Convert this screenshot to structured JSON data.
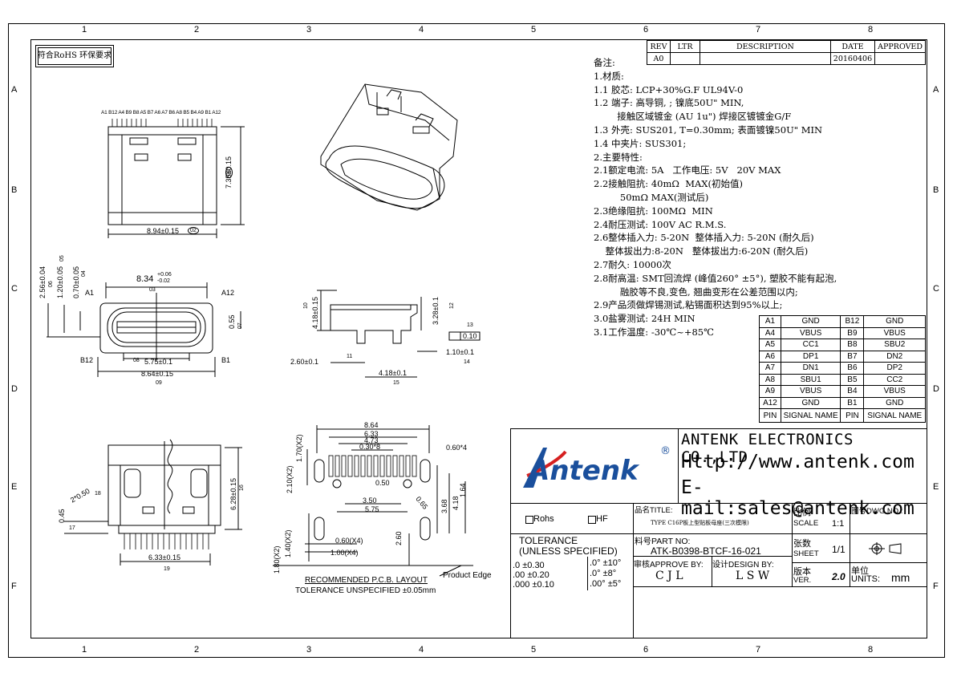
{
  "border": {
    "top_numbers": [
      "1",
      "2",
      "3",
      "4",
      "5",
      "6",
      "7",
      "8"
    ],
    "side_letters": [
      "A",
      "B",
      "C",
      "D",
      "E",
      "F"
    ]
  },
  "rohs_box": "符合RoHS 环保要求",
  "revision": {
    "headers": [
      "REV",
      "LTR",
      "DESCRIPTION",
      "DATE",
      "APPROVED"
    ],
    "row": [
      "A0",
      "",
      "",
      "20160406",
      ""
    ]
  },
  "notes": [
    "备注:",
    "1.材质:",
    "1.1 胶芯: LCP+30%G.F UL94V-0",
    "1.2 端子: 高导铜, ; 镍底50U\" MIN,",
    "        接触区域镀金 (AU 1u\") 焊接区镀镀金G/F",
    "1.3 外壳: SUS201, T=0.30mm; 表面镀镍50U\" MIN",
    "1.4 中夹片: SUS301;",
    "2.主要特性:",
    "2.1额定电流: 5A   工作电压: 5V   20V MAX",
    "2.2接触阻抗: 40mΩ  MAX(初始值)",
    "         50mΩ MAX(测试后)",
    "2.3绝缘阻抗: 100MΩ  MIN",
    "2.4耐压测试: 100V AC R.M.S.",
    "2.6整体插入力: 5-20N  整体插入力: 5-20N (耐久后)",
    "    整体拔出力:8-20N   整体拔出力:6-20N (耐久后)",
    "2.7耐久: 10000次",
    "2.8耐高温: SMT回流焊 (峰值260° ±5°), 塑胶不能有起泡,",
    "         融胶等不良,变色, 翘曲变形在公差范围以内;",
    "2.9产品须做焊锡测试,粘锡面积达到95%以上;",
    "3.0盐雾测试: 24H MIN",
    "3.1工作温度: -30℃~+85℃"
  ],
  "pin_table": {
    "rows": [
      [
        "A1",
        "GND",
        "B12",
        "GND"
      ],
      [
        "A4",
        "VBUS",
        "B9",
        "VBUS"
      ],
      [
        "A5",
        "CC1",
        "B8",
        "SBU2"
      ],
      [
        "A6",
        "DP1",
        "B7",
        "DN2"
      ],
      [
        "A7",
        "DN1",
        "B6",
        "DP2"
      ],
      [
        "A8",
        "SBU1",
        "B5",
        "CC2"
      ],
      [
        "A9",
        "VBUS",
        "B4",
        "VBUS"
      ],
      [
        "A12",
        "GND",
        "B1",
        "GND"
      ]
    ],
    "footer": [
      "PIN",
      "SIGNAL NAME",
      "PIN",
      "SIGNAL NAME"
    ]
  },
  "title_block": {
    "logo": "Antenk",
    "registered": "®",
    "company": "ANTENK ELECTRONICS CO.,LTD",
    "http": "Http://www.antenk.com",
    "email": "E-mail:sales@antenk.com",
    "rohs_label": "Rohs",
    "hf_label": "HF",
    "title_label": "品名TITLE:",
    "title_value": "TYPE C16P板上型贴板母座(三次模限)",
    "scale_label": "比例",
    "scale_en": "SCALE",
    "scale_value": "1:1",
    "dwg_label": "图号DWG NO.:",
    "tolerance_1": "TOLERANCE",
    "tolerance_2": "(UNLESS SPECIFIED)",
    "tol_lines": [
      ".0 ±0.30",
      ".00 ±0.20",
      ".000 ±0.10"
    ],
    "ang_lines": [
      ".0° ±10°",
      ".0° ±8°",
      ".00° ±5°"
    ],
    "part_label": "料号PART NO:",
    "part_value": "ATK-B0398-BTCF-16-021",
    "sheet_label": "张数",
    "sheet_en": "SHEET",
    "sheet_value": "1/1",
    "approve_label": "审核APPROVE BY:",
    "approve_value": "C J L",
    "design_label": "设计DESIGN BY:",
    "design_value": "L S W",
    "version_label": "版本",
    "version_en": "VER.",
    "version_value": "2.0",
    "units_label": "单位",
    "units_en": "UNITS:",
    "units_value": "mm"
  },
  "drawing": {
    "pin_order": "A1 B12 A4 B9 B8 A5 B7 A6 A7 B6 A8 B5 B4 A9 B1 A12",
    "top_width": "8.94±0.15",
    "top_width_tag": "02",
    "top_height": "7.35±0.15",
    "top_height_tag": "01",
    "front_width": "8.34",
    "front_width_tol_up": "+0.06",
    "front_width_tol_dn": "-0.02",
    "front_tag": "03",
    "label_a1": "A1",
    "label_a12": "A12",
    "label_b12": "B12",
    "label_b1": "B1",
    "dim_256": "2.56±0.04",
    "tag_06": "06",
    "dim_120": "1.20±0.05",
    "tag_05": "05",
    "dim_070": "0.70±0.05",
    "tag_04": "04",
    "dim_055": "0.55",
    "tag_07": "07",
    "dim_575": "5.75±0.1",
    "tag_08": "08",
    "dim_864": "8.64±0.15",
    "tag_09": "09",
    "side_418": "4.18±0.15",
    "tag_10": "10",
    "side_328": "3.28±0.1",
    "tag_12": "12",
    "tag_13": "13",
    "side_010": "0.10",
    "side_260": "2.60±0.1",
    "tag_11": "11",
    "side_110": "1.10±0.1",
    "tag_14": "14",
    "side_418b": "4.18±0.1",
    "tag_15": "15",
    "bottom_628": "6.28±0.15",
    "tag_16": "16",
    "bottom_050": "2*0.50",
    "tag_18": "18",
    "bottom_045": "0.45",
    "tag_17": "17",
    "bottom_633": "6.33±0.15",
    "tag_19": "19",
    "pcb": {
      "d864": "8.64",
      "d633": "6.33",
      "d473": "4.73",
      "d030": "0.30*8",
      "d060x4": "0.60*4",
      "d170": "1.70(X2)",
      "d210": "2.10(X2)",
      "d050": "0.50",
      "d350": "3.50",
      "d575": "5.75",
      "d065": "0.65",
      "d368": "3.68",
      "d418": "4.18",
      "d164": "1.64",
      "d260": "2.60",
      "d060": "0.60(X4)",
      "d100": "1.00(X4)",
      "d180": "1.80(X2)",
      "d140": "1.40(X2)",
      "caption": "RECOMMENDED   P.C.B.  LAYOUT",
      "tolerance": "TOLERANCE  UNSPECIFIED  ±0.05mm",
      "product_edge": "Product Edge"
    }
  }
}
